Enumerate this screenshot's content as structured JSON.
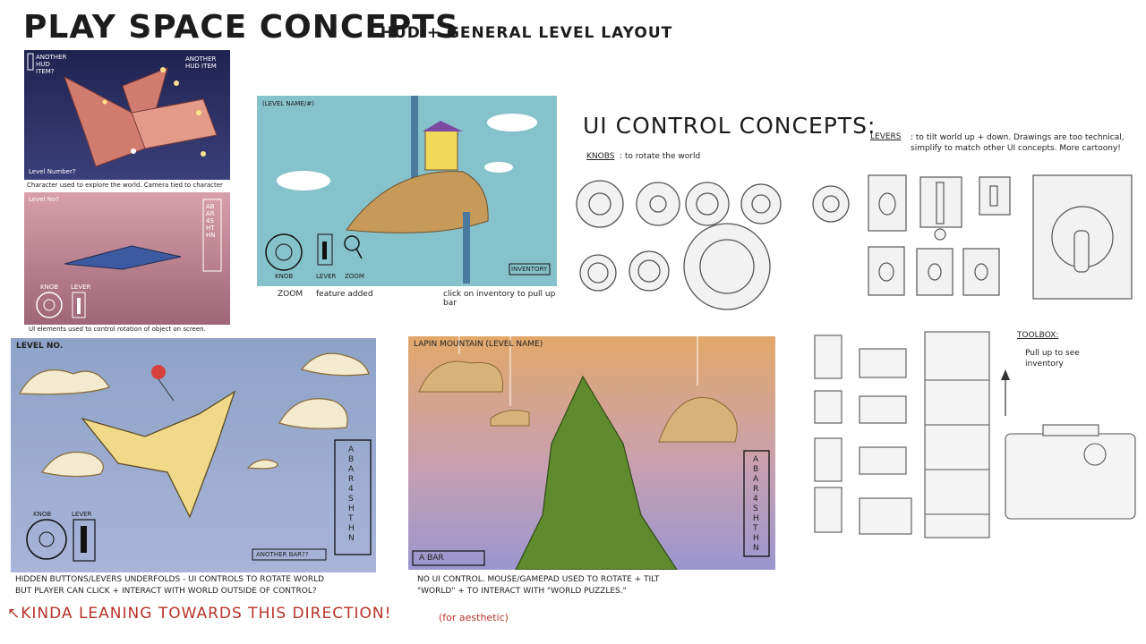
{
  "header": {
    "title": "PLAY SPACE CONCEPTS",
    "subtitle": ": HUD + GENERAL LEVEL LAYOUT"
  },
  "panel_crane_night": {
    "hud_top_left": "ANOTHER HUD ITEM?",
    "hud_top_right": "ANOTHER HUD ITEM",
    "level_label": "Level Number?",
    "caption": "Character used to explore the world. Camera tied to character"
  },
  "panel_pink": {
    "level_label": "Level No?",
    "side_bar": "ABAR4SHTHN",
    "knob_label": "KNOB",
    "lever_label": "LEVER",
    "caption": "UI elements used to control rotation of object on screen."
  },
  "panel_island": {
    "level_label": "(LEVEL NAME/#)",
    "knob_label": "KNOB",
    "lever_label": "LEVER",
    "zoom_label": "ZOOM",
    "inventory_label": "INVENTORY",
    "note_zoom": "ZOOM",
    "note_feature": "feature added",
    "note_inventory": "click on inventory to pull up bar"
  },
  "ui_concepts": {
    "title": "UI CONTROL CONCEPTS:",
    "knobs_label": "KNOBS",
    "knobs_note": ": to rotate the world",
    "levers_label": "LEVERS",
    "levers_note": ": to tilt world up + down. Drawings are too technical, simplify to match other UI concepts. More cartoony!"
  },
  "toolbox": {
    "title": "TOOLBOX:",
    "note": "Pull up to see inventory"
  },
  "panel_blue_crane": {
    "level_label": "LEVEL NO.",
    "side_bar": "A BAR 4 SHTHN",
    "knob_label": "KNOB",
    "lever_label": "LEVER",
    "another_bar": "ANOTHER BAR??",
    "caption_line1": "HIDDEN BUTTONS/LEVERS UNDERFOLDS - UI CONTROLS TO ROTATE WORLD",
    "caption_line2": "BUT PLAYER CAN CLICK + INTERACT WITH WORLD OUTSIDE OF CONTROL?"
  },
  "panel_mountain": {
    "level_label": "LAPIN MOUNTAIN (LEVEL NAME)",
    "side_bar": "A BAR 4 SHTHN",
    "bottom_bar": "A BAR",
    "caption_line1": "NO UI CONTROL. MOUSE/GAMEPAD USED TO ROTATE + TILT",
    "caption_line2": "\"WORLD\" + TO INTERACT WITH \"WORLD PUZZLES.\""
  },
  "footer_notes": {
    "leaning": "↖KINDA LEANING TOWARDS THIS DIRECTION!",
    "aesthetic": "(for aesthetic)"
  },
  "colors": {
    "night_bg": "#2c2f5a",
    "pink_bg": "#c98a98",
    "sky_island": "#86c2cc",
    "blue_crane_bg": "#8fa3c8",
    "mountain_top": "#e2a86a",
    "mountain_bottom": "#9a96d0",
    "note_red": "#b8332a"
  }
}
